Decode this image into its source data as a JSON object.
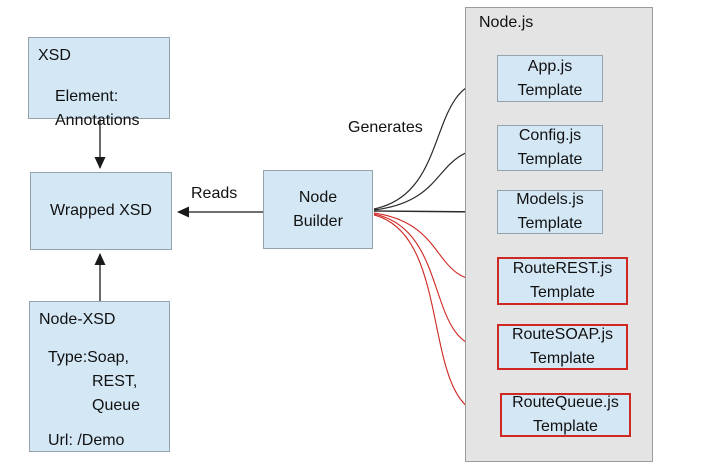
{
  "nodes": {
    "xsd": {
      "title": "XSD",
      "line1": "Element:",
      "line2": "Annotations"
    },
    "wrapped_xsd": {
      "label": "Wrapped XSD"
    },
    "node_xsd": {
      "title": "Node-XSD",
      "line1": "Type:Soap,",
      "line2": "REST,",
      "line3": "Queue",
      "line4": "Url: /Demo"
    },
    "node_builder": {
      "line1": "Node",
      "line2": "Builder"
    },
    "nodejs_group": {
      "label": "Node.js"
    }
  },
  "templates": [
    {
      "name": "App.js",
      "kind": "Template",
      "highlighted": false
    },
    {
      "name": "Config.js",
      "kind": "Template",
      "highlighted": false
    },
    {
      "name": "Models.js",
      "kind": "Template",
      "highlighted": false
    },
    {
      "name": "RouteREST.js",
      "kind": "Template",
      "highlighted": true
    },
    {
      "name": "RouteSOAP.js",
      "kind": "Template",
      "highlighted": true
    },
    {
      "name": "RouteQueue.js",
      "kind": "Template",
      "highlighted": true
    }
  ],
  "edge_labels": {
    "reads": "Reads",
    "generates": "Generates"
  },
  "colors": {
    "box_fill": "#d4e7f5",
    "box_border": "#97a3ab",
    "group_fill": "#e4e4e4",
    "group_border": "#9b9b9b",
    "arrow_black": "#1a1a1a",
    "arrow_red": "#cf2721",
    "highlight_border": "#cf2721"
  }
}
